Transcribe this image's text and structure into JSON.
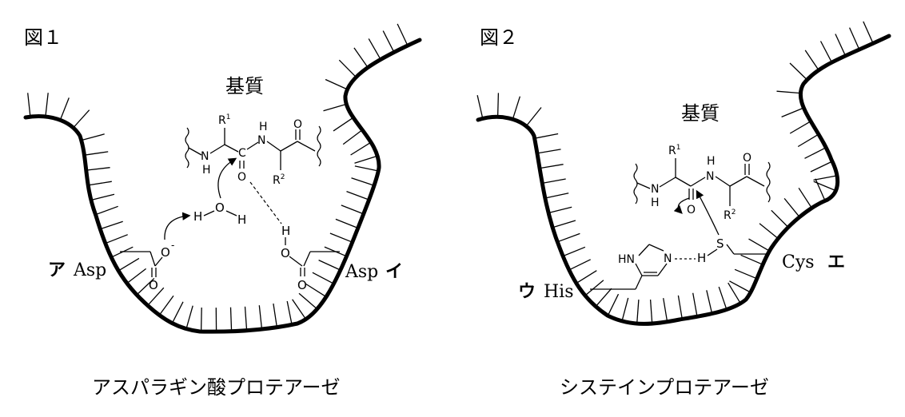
{
  "figure1": {
    "label": "図１",
    "substrate": "基質",
    "caption": "アスパラギン酸プロテアーゼ",
    "residue_a": {
      "letter": "ア",
      "name": "Asp"
    },
    "residue_i": {
      "letter": "イ",
      "name": "Asp"
    },
    "atoms": {
      "R1": "R",
      "R1_sup": "1",
      "R2": "R",
      "R2_sup": "2",
      "NH": "N",
      "H": "H",
      "O": "O",
      "C": "C",
      "neg": "-"
    }
  },
  "figure2": {
    "label": "図２",
    "substrate": "基質",
    "caption": "システインプロテアーゼ",
    "residue_u": {
      "letter": "ウ",
      "name": "His"
    },
    "residue_e": {
      "letter": "エ",
      "name": "Cys"
    },
    "atoms": {
      "R1": "R",
      "R1_sup": "1",
      "R2": "R",
      "R2_sup": "2",
      "N": "N",
      "H": "H",
      "O": "O",
      "S": "S",
      "HN": "HN"
    }
  },
  "colors": {
    "line": "#000000",
    "background": "#ffffff"
  }
}
